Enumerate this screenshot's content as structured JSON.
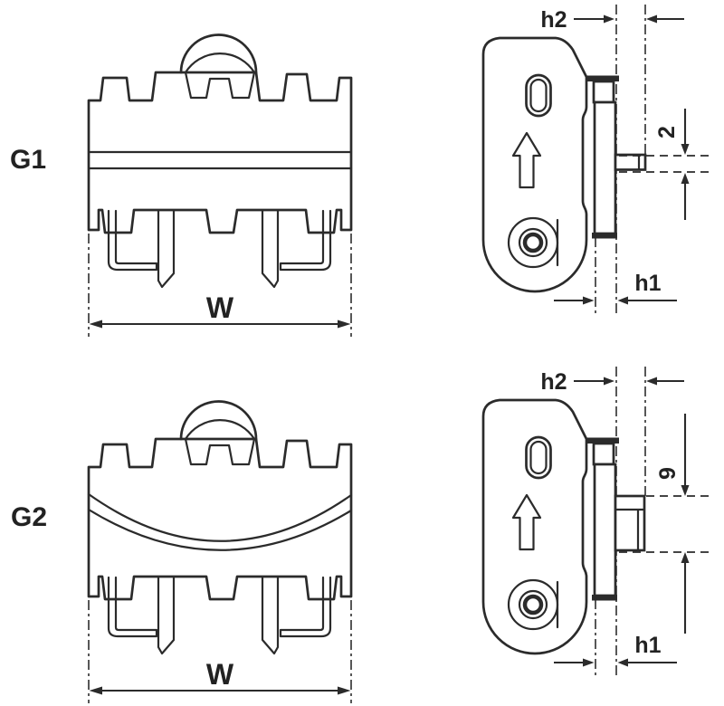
{
  "labels": {
    "variant_top": "G1",
    "variant_bottom": "G2"
  },
  "dimensions": {
    "width": "W",
    "plate_offset": "h2",
    "flange_thickness": "h1",
    "g1_tab_thickness": "2",
    "g2_tab_height": "9"
  },
  "colors": {
    "line": "#2b2b2b",
    "background": "#ffffff"
  }
}
